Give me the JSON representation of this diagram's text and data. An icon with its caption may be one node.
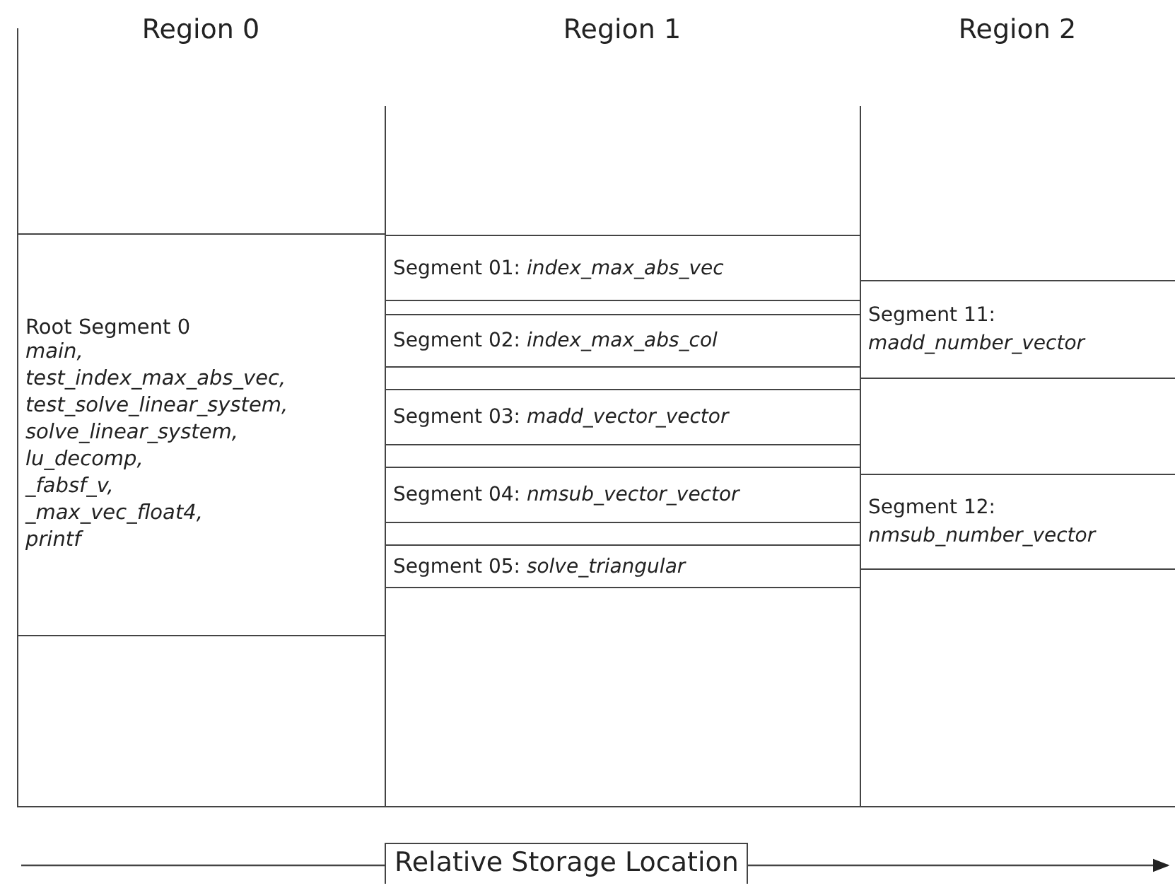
{
  "diagram": {
    "nodes": [
      {
        "text": [
          "Region 0"
        ]
      },
      {
        "text": [
          "Root Segment 0",
          "main, test_index_max_abs_vec, test_solve_linear_system, solve_linear_system, lu_decomp, _fabsf_v, _max_vec_float4, printf"
        ],
        "in": 0
      },
      {
        "text": [
          "Region 1"
        ]
      },
      {
        "text": [
          "Segment 01: *index_max_abs_vec*"
        ],
        "in": 2
      },
      {
        "text": [
          "Segment 02: *index_max_abs_col*"
        ],
        "in": 2
      },
      {
        "text": [
          "Segment 03: *madd_vector_vector*"
        ],
        "in": 2
      },
      {
        "text": [
          "Segment 04: *nmsub_vector_vector*"
        ],
        "in": 2
      },
      {
        "text": [
          "Segment 05: *solve_triangular*"
        ],
        "in": 2
      },
      {
        "text": [
          "Region 2"
        ]
      },
      {
        "text": [
          "Segment 11: *madd_number_vector*"
        ],
        "in": 8
      },
      {
        "text": [
          "Segment 12: *nmsub_number_vector*"
        ],
        "in": 8
      }
    ],
    "edges": [],
    "labels": [
      "Relative Storage Location"
    ]
  }
}
